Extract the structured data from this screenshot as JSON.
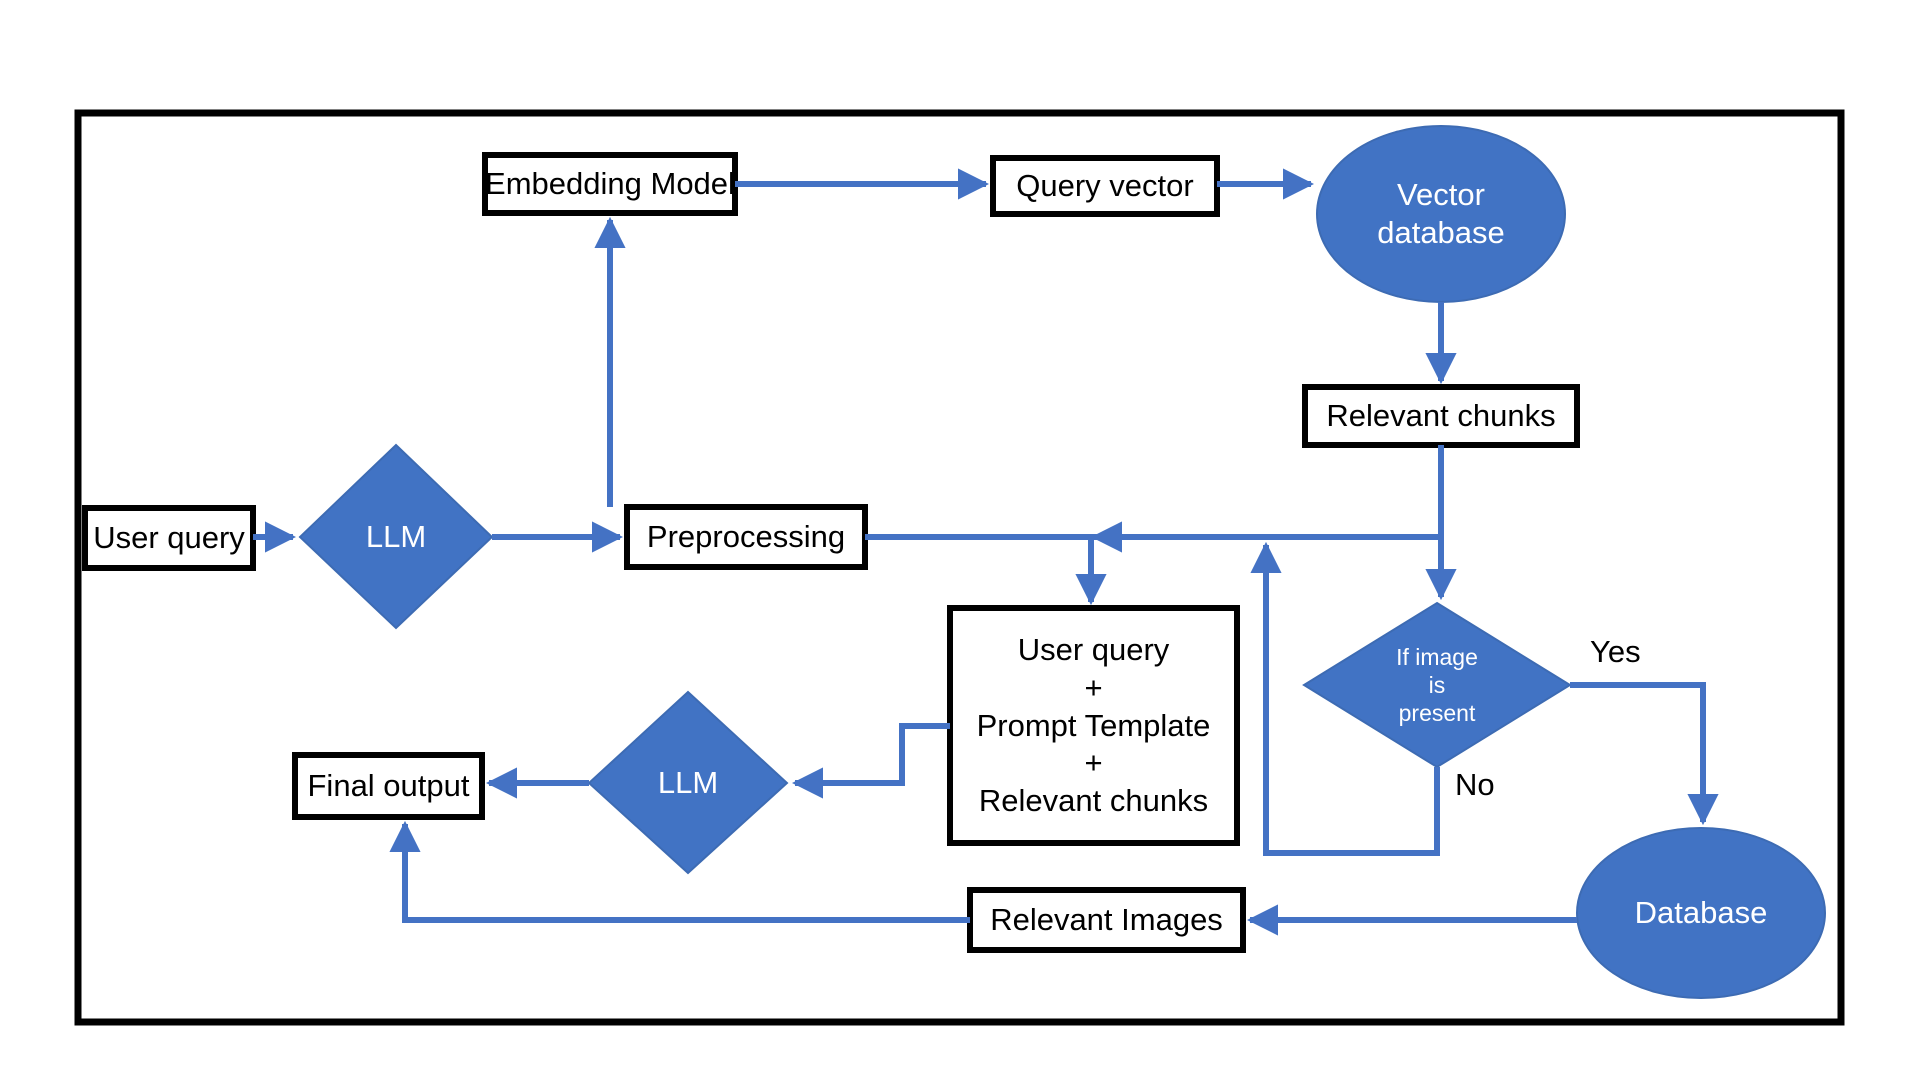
{
  "diagram": {
    "title": "RAG pipeline flowchart",
    "colors": {
      "shape_fill": "#4173C4",
      "shape_stroke": "#3D6BB3",
      "connector": "#4472C4",
      "box_stroke": "#000000",
      "border": "#000000",
      "background": "#FFFFFF",
      "box_text": "#000000",
      "shape_text": "#FFFFFF"
    },
    "nodes": [
      {
        "id": "user_query",
        "shape": "rect",
        "label": "User query"
      },
      {
        "id": "llm_1",
        "shape": "diamond",
        "label": "LLM"
      },
      {
        "id": "preprocessing",
        "shape": "rect",
        "label": "Preprocessing"
      },
      {
        "id": "embedding_model",
        "shape": "rect",
        "label": "Embedding Model"
      },
      {
        "id": "query_vector",
        "shape": "rect",
        "label": "Query vector"
      },
      {
        "id": "vector_database",
        "shape": "ellipse",
        "label": "Vector\ndatabase"
      },
      {
        "id": "relevant_chunks",
        "shape": "rect",
        "label": "Relevant chunks"
      },
      {
        "id": "if_image_present",
        "shape": "diamond",
        "label": "If image\nis\npresent"
      },
      {
        "id": "prompt_assembly",
        "shape": "rect",
        "label": "User query\n+\nPrompt Template\n+\nRelevant chunks"
      },
      {
        "id": "llm_2",
        "shape": "diamond",
        "label": "LLM"
      },
      {
        "id": "final_output",
        "shape": "rect",
        "label": "Final output"
      },
      {
        "id": "relevant_images",
        "shape": "rect",
        "label": "Relevant Images"
      },
      {
        "id": "database",
        "shape": "ellipse",
        "label": "Database"
      }
    ],
    "edge_labels": [
      {
        "id": "yes",
        "label": "Yes"
      },
      {
        "id": "no",
        "label": "No"
      }
    ]
  }
}
